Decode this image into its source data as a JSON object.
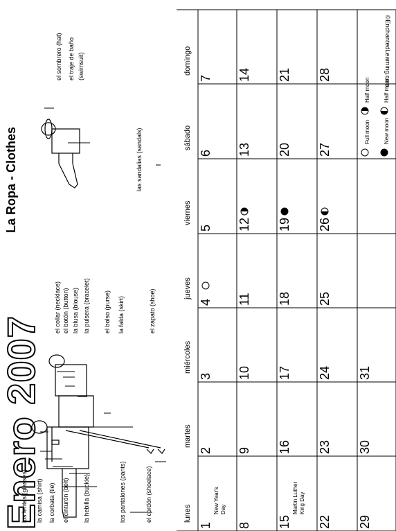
{
  "header": {
    "title": "Enero 2007",
    "subtitle": "La Ropa - Clothes",
    "copyright": "©EnchantedLearning.com"
  },
  "clothing_labels": [
    "los lentes (glasses)",
    "la camisa (shirt)",
    "la corbata (tie)",
    "el cinturón (belt)",
    "la hebilla (buckle)",
    "los pantalones (pants)",
    "el cordón (shoelace)",
    "el collar (necklace)",
    "el botón (button)",
    "la blusa (blouse)",
    "la pulsera (bracelet)",
    "el bolso (purse)",
    "la falda (skirt)",
    "el zapato (shoe)",
    "el sombrero (hat)",
    "el traje de baño",
    "(swimsuit)",
    "las sandalias (sandals)"
  ],
  "calendar": {
    "day_names": [
      "lunes",
      "martes",
      "miércoles",
      "jueves",
      "viernes",
      "sábado",
      "domingo"
    ],
    "weeks": [
      [
        "1",
        "2",
        "3",
        "4",
        "5",
        "6",
        "7"
      ],
      [
        "8",
        "9",
        "10",
        "11",
        "12",
        "13",
        "14"
      ],
      [
        "15",
        "16",
        "17",
        "18",
        "19",
        "20",
        "21"
      ],
      [
        "22",
        "23",
        "24",
        "25",
        "26",
        "27",
        "28"
      ],
      [
        "29",
        "30",
        "31",
        "",
        "",
        "",
        ""
      ]
    ],
    "notes": {
      "new_years": [
        "New Year's",
        "Day"
      ],
      "mlk": [
        "Martin Luther",
        "King Day"
      ]
    },
    "moons": {
      "full": "4",
      "half_waning": "12",
      "new": "19",
      "half_waxing": "26"
    }
  },
  "legend": {
    "full_moon": "Full moon",
    "half_moon_1": "Half moon",
    "new_moon": "New moon",
    "half_moon_2": "Half moon"
  }
}
